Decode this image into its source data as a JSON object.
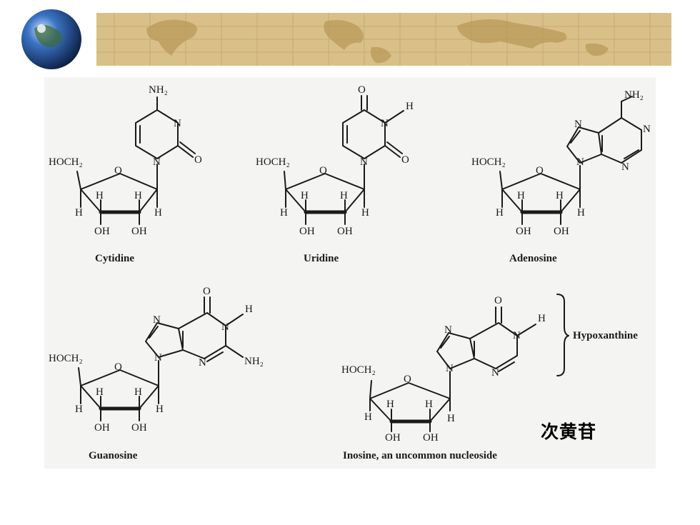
{
  "slide": {
    "chinese_label": "次黄苷",
    "colors": {
      "banner": "#d9c089",
      "banner_grid": "#c6aa6e",
      "globe": "#2a5fa8"
    }
  },
  "molecules": [
    {
      "name": "Cytidine",
      "labels": {
        "amine": "NH₂",
        "n3": "N",
        "o2": "O",
        "n1": "N",
        "hoch2": "HOCH₂",
        "ring_o": "O",
        "h1": "H",
        "h2": "H",
        "h3": "H",
        "h4": "H",
        "oh2": "OH",
        "oh3": "OH"
      }
    },
    {
      "name": "Uridine",
      "labels": {
        "o4": "O",
        "n3": "N",
        "h3n": "H",
        "o2": "O",
        "n1": "N",
        "hoch2": "HOCH₂",
        "ring_o": "O",
        "h1": "H",
        "h2": "H",
        "h3": "H",
        "h4": "H",
        "oh2": "OH",
        "oh3": "OH"
      }
    },
    {
      "name": "Adenosine",
      "labels": {
        "amine": "NH₂",
        "n7": "N",
        "n1": "N",
        "n3": "N",
        "n9": "N",
        "hoch2": "HOCH₂",
        "ring_o": "O",
        "h1": "H",
        "h2": "H",
        "h3": "H",
        "h4": "H",
        "oh2": "OH",
        "oh3": "OH"
      }
    },
    {
      "name": "Guanosine",
      "labels": {
        "o6": "O",
        "n1": "N",
        "h1n": "H",
        "n7": "N",
        "n3": "N",
        "n9": "N",
        "amine": "NH₂",
        "hoch2": "HOCH₂",
        "ring_o": "O",
        "h1": "H",
        "h2": "H",
        "h3": "H",
        "h4": "H",
        "oh2": "OH",
        "oh3": "OH"
      }
    },
    {
      "name": "Inosine, an uncommon nucleoside",
      "labels": {
        "o6": "O",
        "n1": "N",
        "h1n": "H",
        "n7": "N",
        "n3": "N",
        "n9": "N",
        "base_label": "Hypoxanthine",
        "hoch2": "HOCH₂",
        "ring_o": "O",
        "h1": "H",
        "h2": "H",
        "h3": "H",
        "h4": "H",
        "oh2": "OH",
        "oh3": "OH"
      }
    }
  ]
}
